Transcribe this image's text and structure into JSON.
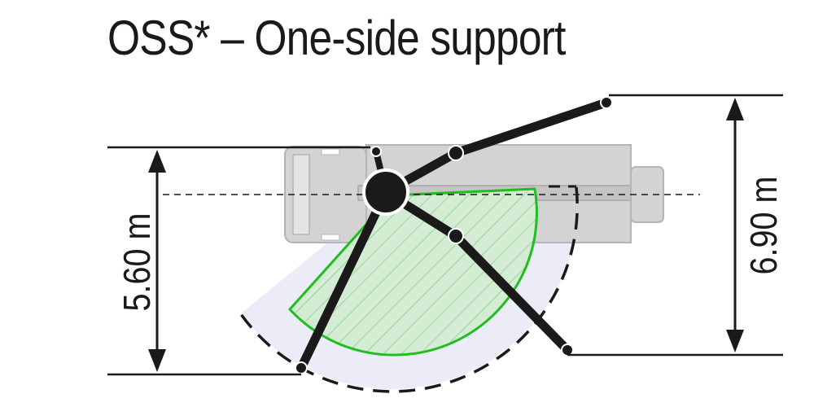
{
  "title": "OSS* – One-side support",
  "dimensions": {
    "left_span": "5.60 m",
    "right_span": "6.90 m"
  },
  "colors": {
    "outline_black": "#1a1a1a",
    "truck_gray": "#d3d3d3",
    "truck_stroke": "#b5b5b5",
    "outer_zone": "#ececf8",
    "work_zone_fill": "#d4ecd4",
    "work_zone_stroke": "#1fbe1f"
  }
}
